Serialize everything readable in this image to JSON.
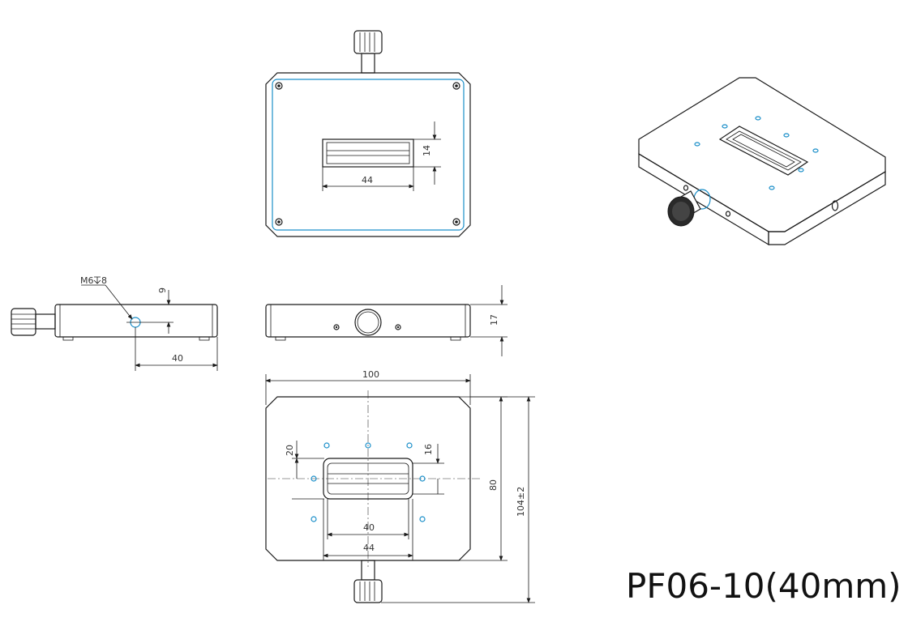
{
  "title": "PF06-10(40mm)",
  "dimensions": {
    "top_view_slot_width": "44",
    "top_view_slot_height": "14",
    "side_thread": "M6",
    "side_depth": "8",
    "side_hole_height": "9",
    "side_hole_offset": "40",
    "front_height": "17",
    "bottom_width": "100",
    "bottom_slot_inner": "40",
    "bottom_slot_outer": "44",
    "bottom_hole_spacing_v": "20",
    "bottom_slot_height": "16",
    "bottom_depth": "80",
    "overall_length": "104±2"
  },
  "colors": {
    "line": "#1a1a1a",
    "accent": "#1b8fc9"
  }
}
